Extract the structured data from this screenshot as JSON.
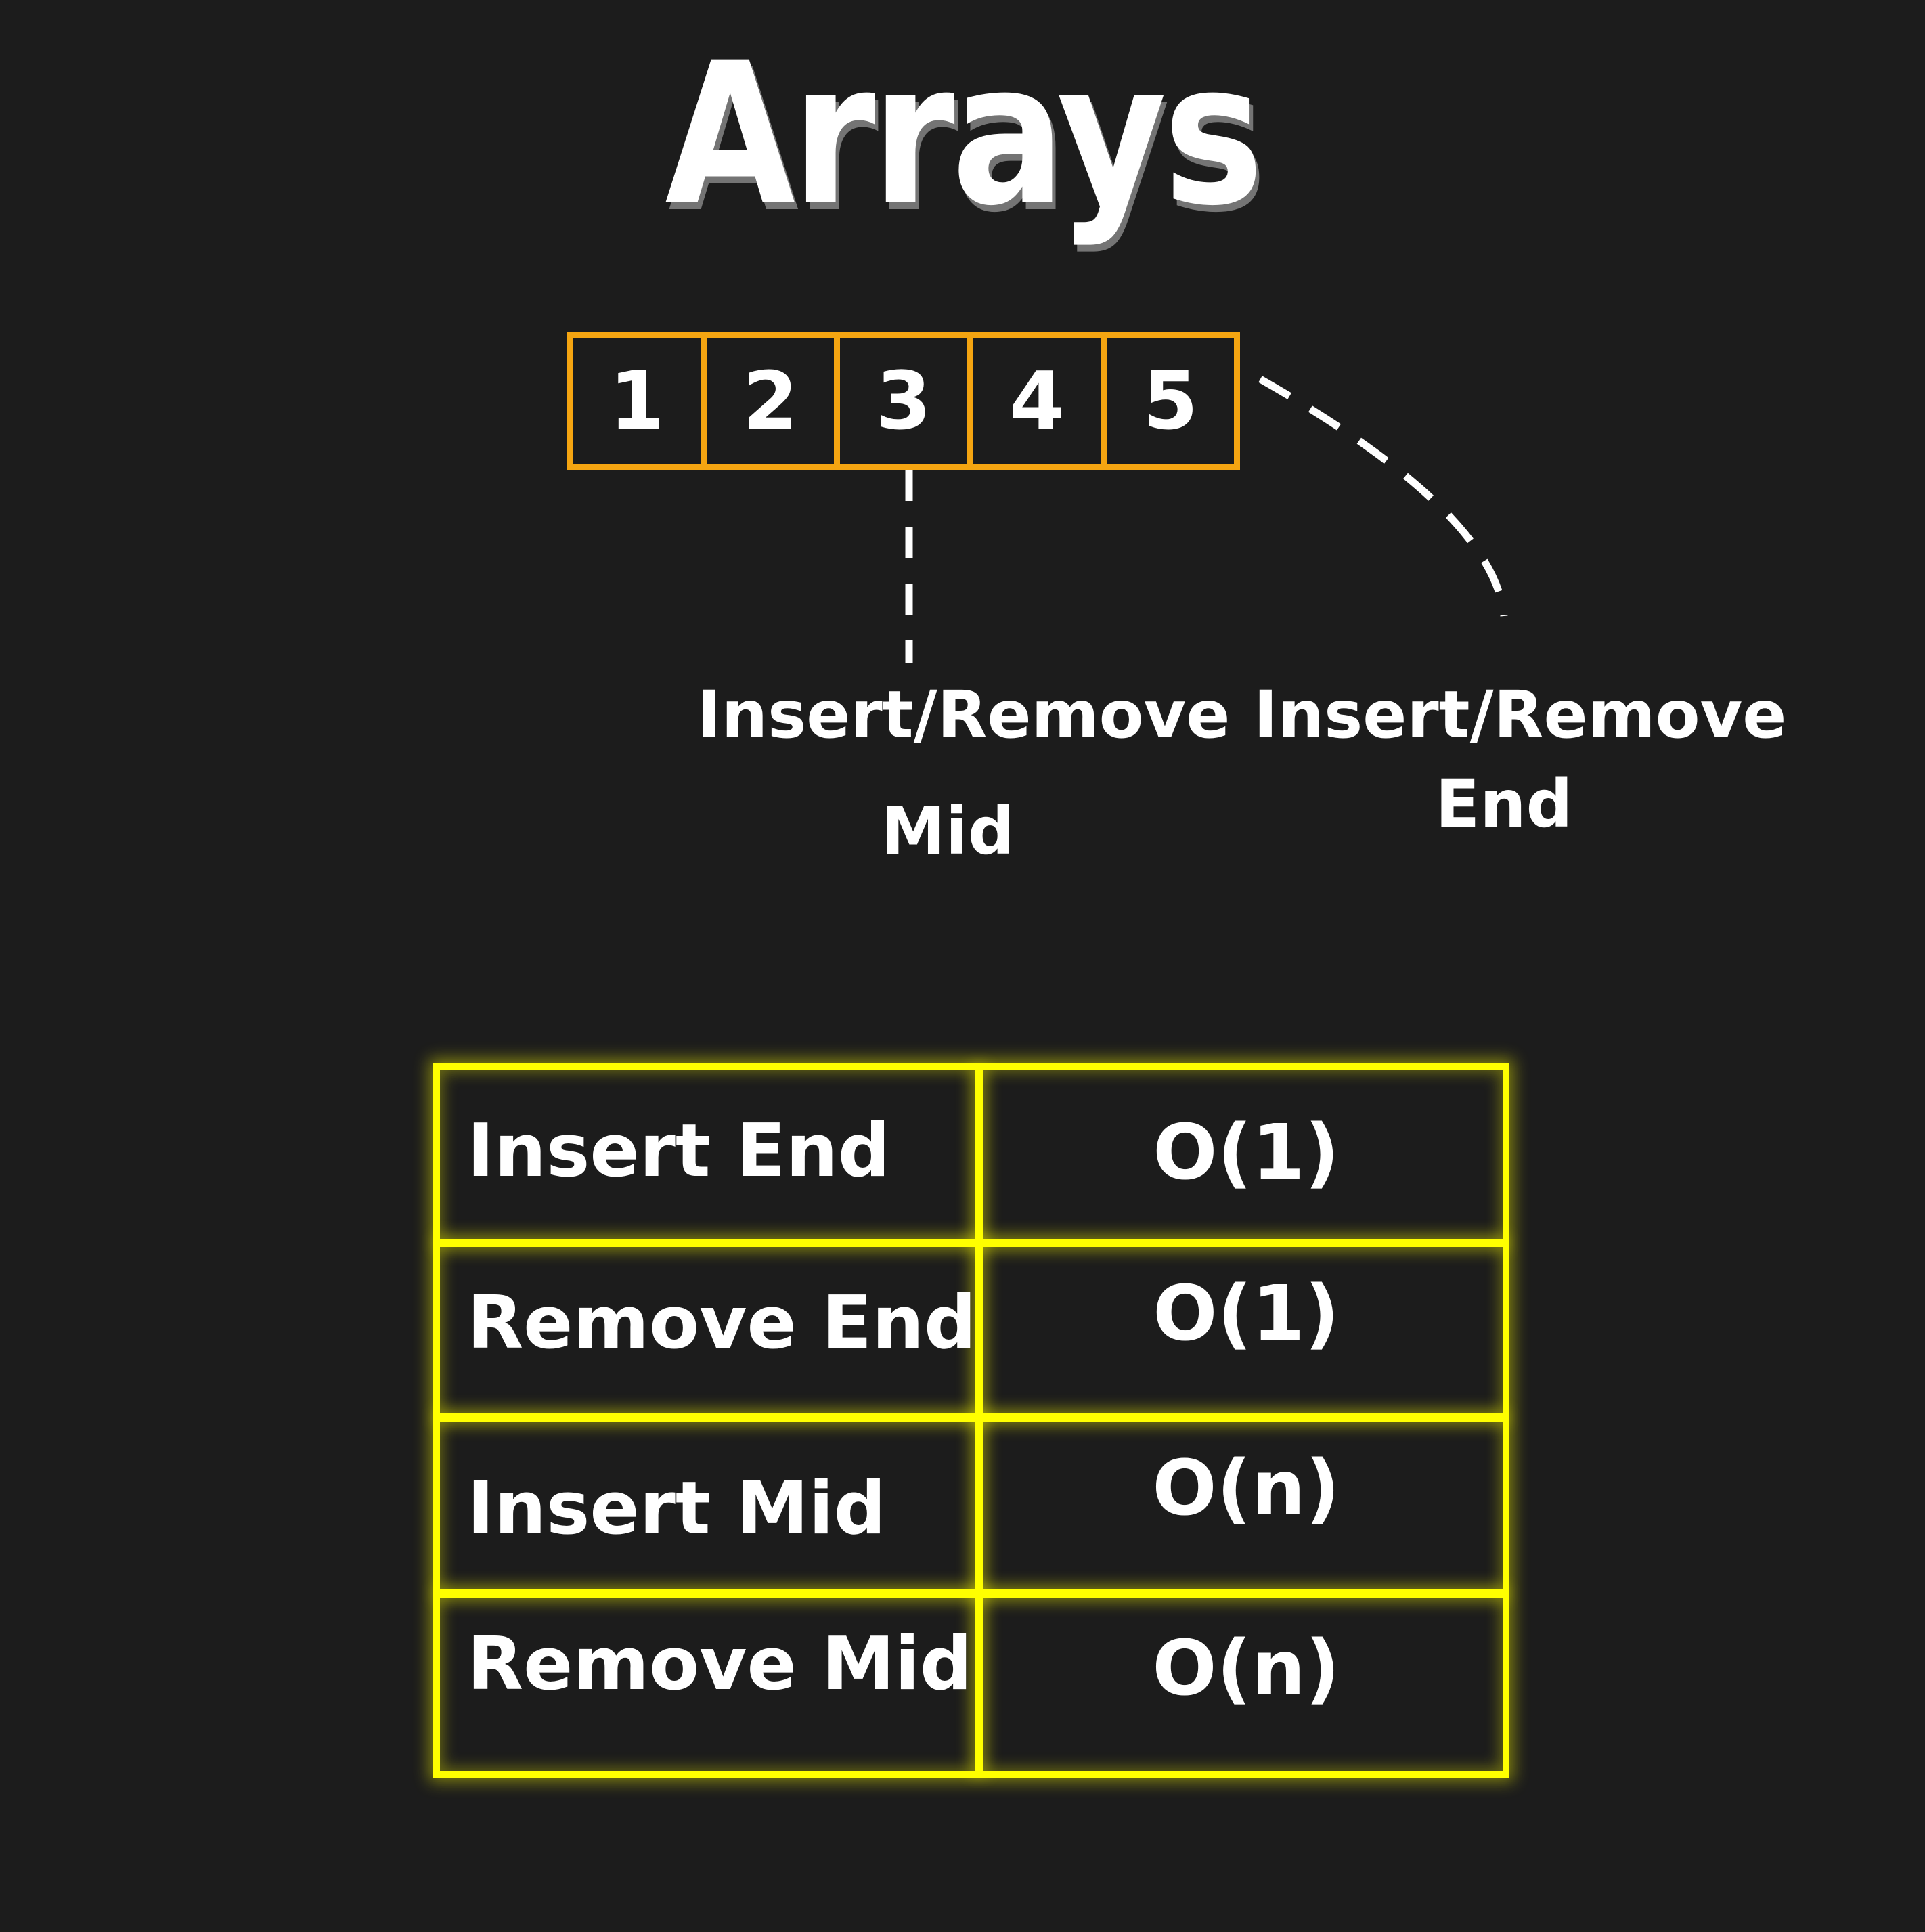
{
  "title": "Arrays",
  "array": {
    "cells": [
      "1",
      "2",
      "3",
      "4",
      "5"
    ]
  },
  "labels": {
    "mid_line1": "Insert/Remove",
    "mid_line2": "Mid",
    "end_line1": "Insert/Remove",
    "end_line2": "End"
  },
  "colors": {
    "array_border": "#f5a511",
    "table_border": "#ffff00",
    "background": "#1c1c1c",
    "text": "#ffffff"
  },
  "table": {
    "rows": [
      {
        "operation": "Insert End",
        "complexity": "O(1)"
      },
      {
        "operation": "Remove End",
        "complexity": "O(1)"
      },
      {
        "operation": "Insert Mid",
        "complexity": "O(n)"
      },
      {
        "operation": "Remove Mid",
        "complexity": "O(n)"
      }
    ]
  }
}
